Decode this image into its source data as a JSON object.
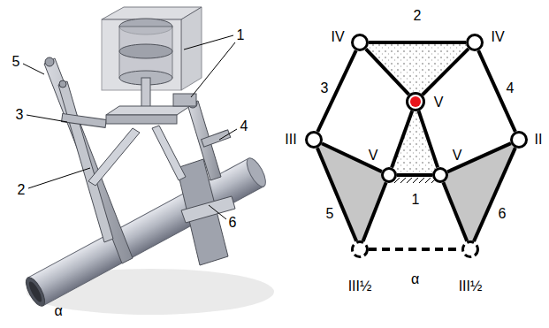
{
  "diagram": {
    "nodes": [
      {
        "text": [
          "IV"
        ]
      },
      {
        "text": [
          "IV"
        ]
      },
      {
        "text": [
          "V"
        ]
      },
      {
        "text": [
          "III"
        ]
      },
      {
        "text": [
          "II"
        ]
      },
      {
        "text": [
          "V"
        ]
      },
      {
        "text": [
          "V"
        ]
      },
      {
        "text": [
          "III½"
        ]
      },
      {
        "text": [
          "III½"
        ]
      }
    ],
    "edges": [
      {
        "from": 0,
        "to": 1,
        "arrow": "none"
      },
      {
        "from": 0,
        "to": 2,
        "arrow": "none"
      },
      {
        "from": 1,
        "to": 2,
        "arrow": "none"
      },
      {
        "from": 0,
        "to": 3,
        "arrow": "none"
      },
      {
        "from": 1,
        "to": 4,
        "arrow": "none"
      },
      {
        "from": 2,
        "to": 5,
        "arrow": "none"
      },
      {
        "from": 2,
        "to": 6,
        "arrow": "none"
      },
      {
        "from": 5,
        "to": 6,
        "arrow": "none"
      },
      {
        "from": 3,
        "to": 5,
        "arrow": "none"
      },
      {
        "from": 3,
        "to": 7,
        "arrow": "none"
      },
      {
        "from": 5,
        "to": 7,
        "arrow": "none"
      },
      {
        "from": 4,
        "to": 6,
        "arrow": "none"
      },
      {
        "from": 4,
        "to": 8,
        "arrow": "none"
      },
      {
        "from": 6,
        "to": 8,
        "arrow": "none"
      },
      {
        "from": 7,
        "to": 8,
        "label": "α",
        "arrow": "none"
      }
    ],
    "labels": [
      "1",
      "5",
      "3",
      "4",
      "2",
      "6",
      "α",
      "2",
      "3",
      "4",
      "1",
      "5",
      "6"
    ]
  }
}
